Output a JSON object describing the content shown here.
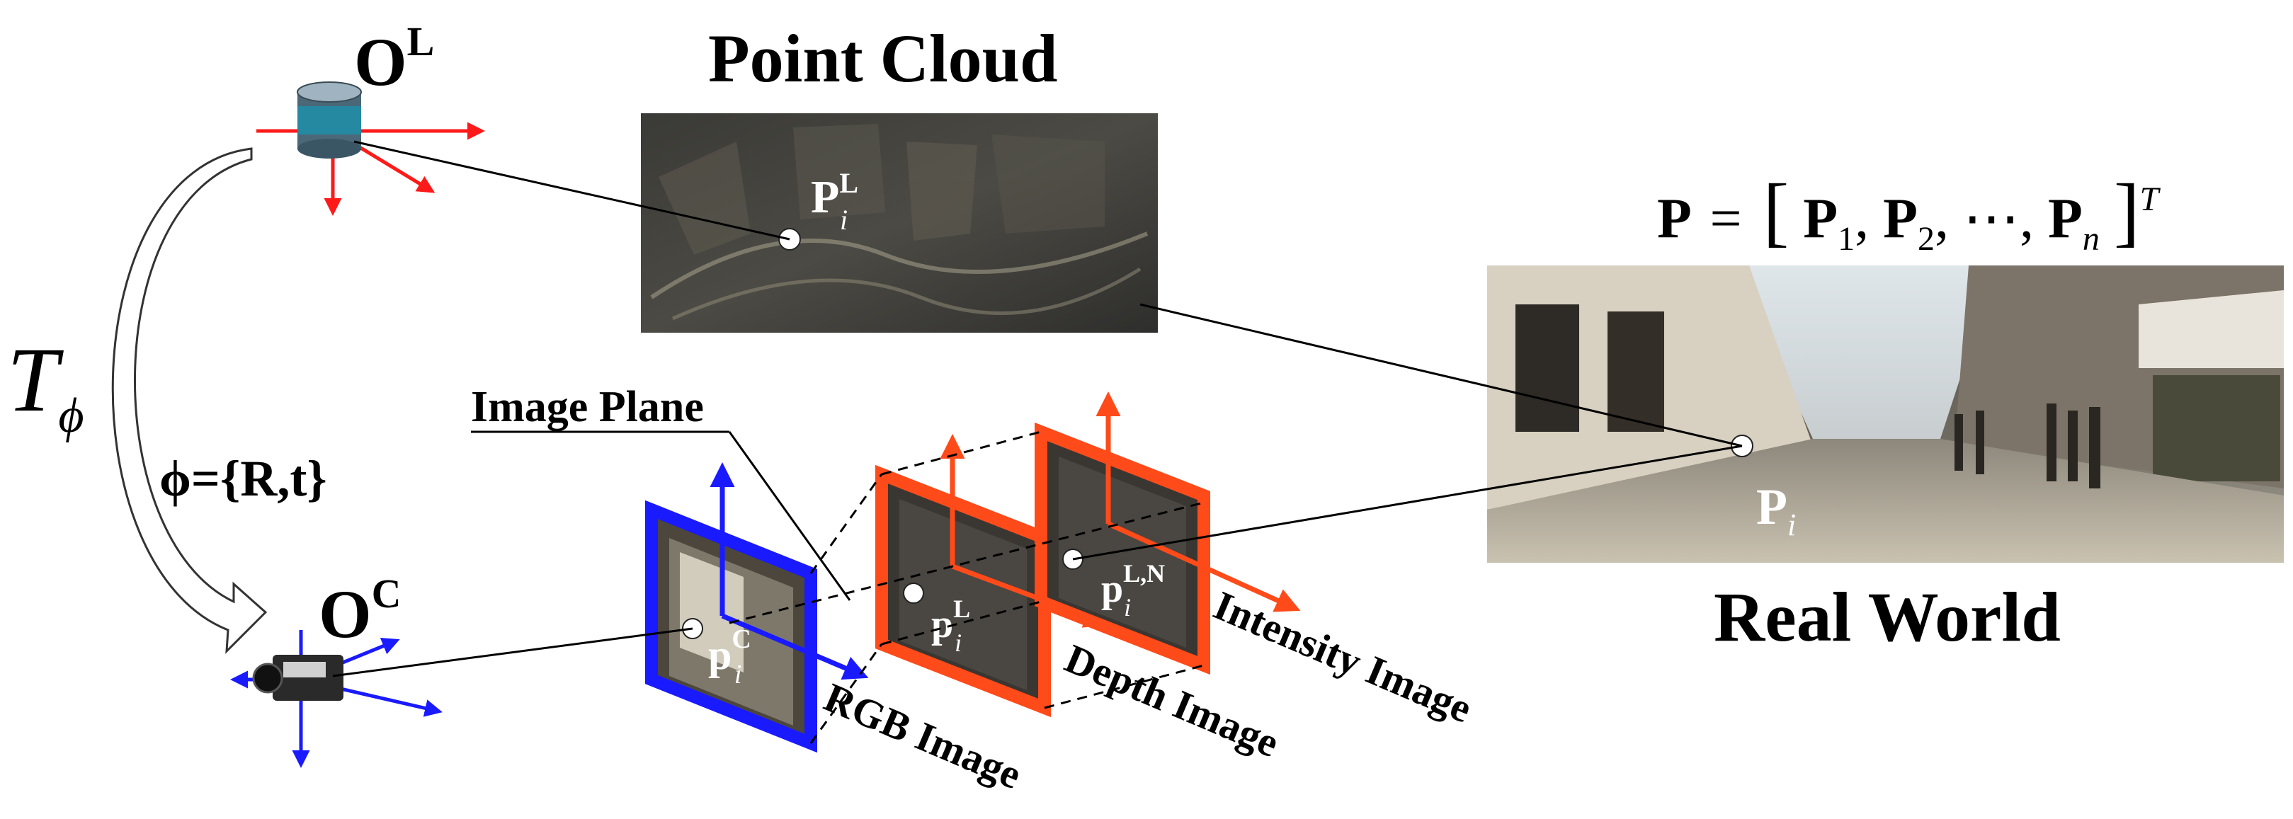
{
  "colors": {
    "lidar_axis": "#ff1a1a",
    "camera_axis": "#1a1aff",
    "rgb_frame": "#1a1aff",
    "depth_frame": "#ff4a1a",
    "intensity_frame": "#ff4a1a",
    "lines": "#000000"
  },
  "lidar": {
    "frame_label": "O",
    "frame_sup": "L"
  },
  "camera": {
    "frame_label": "O",
    "frame_sup": "C"
  },
  "transform": {
    "symbol": "T",
    "symbol_sub": "ϕ",
    "param_text": "ϕ={R,t}"
  },
  "point_cloud": {
    "title": "Point Cloud",
    "point_label": "P",
    "point_sup": "L",
    "point_sub": "i"
  },
  "real_world": {
    "title": "Real World",
    "point_label": "P",
    "point_sub": "i",
    "formula": {
      "lhs": "P",
      "eq": "=",
      "items": [
        "P",
        "P",
        "P"
      ],
      "subs": [
        "1",
        "2",
        "n"
      ],
      "dots": "⋯",
      "transpose": "T"
    }
  },
  "image_plane": {
    "label": "Image Plane"
  },
  "rgb_image": {
    "label": "RGB Image",
    "point_label": "p",
    "point_sup": "C",
    "point_sub": "i"
  },
  "depth_image": {
    "label": "Depth Image",
    "point_label": "p",
    "point_sup": "L",
    "point_sub": "i"
  },
  "intensity_image": {
    "label": "Intensity Image",
    "point_label": "p",
    "point_sup": "L,N",
    "point_sub": "i"
  }
}
